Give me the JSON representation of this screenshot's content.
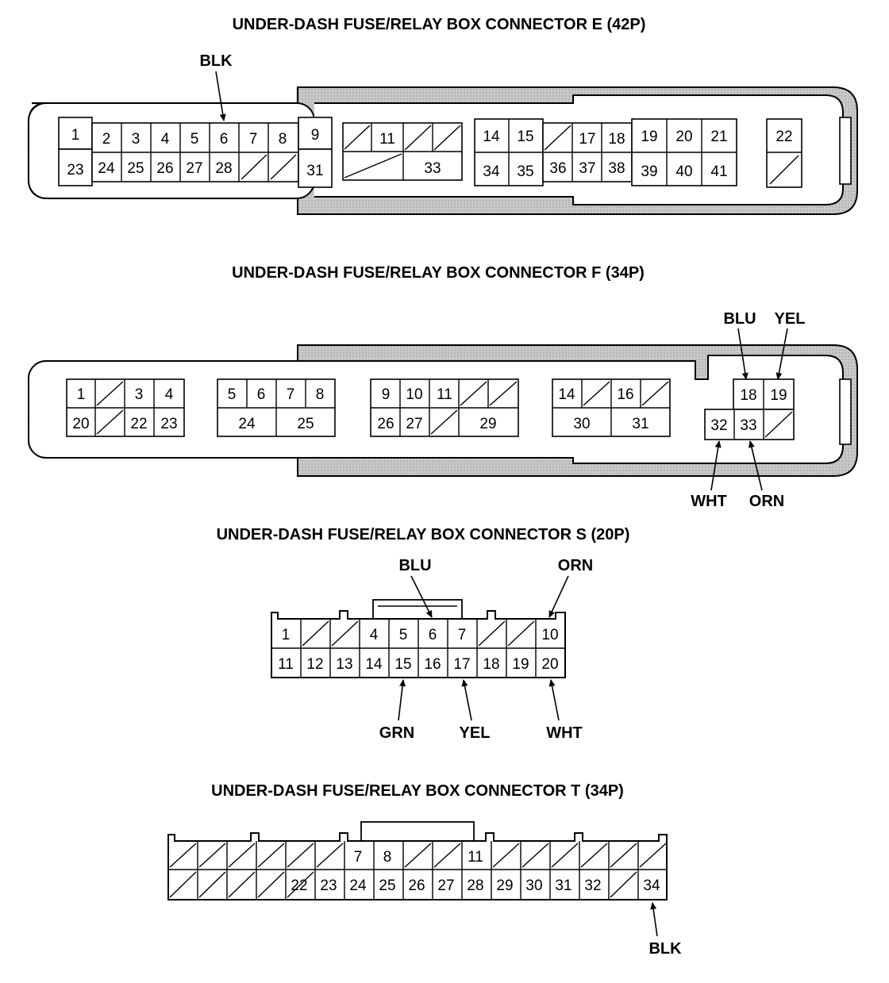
{
  "titles": {
    "e": "UNDER-DASH FUSE/RELAY BOX CONNECTOR E (42P)",
    "f": "UNDER-DASH FUSE/RELAY BOX CONNECTOR F (34P)",
    "s": "UNDER-DASH FUSE/RELAY BOX CONNECTOR S (20P)",
    "t": "UNDER-DASH FUSE/RELAY BOX CONNECTOR T (34P)"
  },
  "wire_labels": {
    "e_blk": "BLK",
    "f_blu": "BLU",
    "f_yel": "YEL",
    "f_wht": "WHT",
    "f_orn": "ORN",
    "s_blu": "BLU",
    "s_orn": "ORN",
    "s_grn": "GRN",
    "s_yel": "YEL",
    "s_wht": "WHT",
    "t_blk": "BLK"
  },
  "connector_e": {
    "row1": [
      "1",
      "2",
      "3",
      "4",
      "5",
      "6",
      "7",
      "8",
      "9",
      "11",
      "33",
      "14",
      "15",
      "17",
      "18",
      "19",
      "20",
      "21",
      "22"
    ],
    "row2": [
      "23",
      "24",
      "25",
      "26",
      "27",
      "28",
      "31",
      "34",
      "35",
      "36",
      "37",
      "38",
      "39",
      "40",
      "41"
    ]
  },
  "connector_f": {
    "row1": [
      "1",
      "3",
      "4",
      "5",
      "6",
      "7",
      "8",
      "9",
      "10",
      "11",
      "14",
      "16",
      "18",
      "19"
    ],
    "row2": [
      "20",
      "22",
      "23",
      "24",
      "25",
      "26",
      "27",
      "29",
      "30",
      "31",
      "32",
      "33"
    ]
  },
  "connector_s": {
    "row1": [
      "1",
      "4",
      "5",
      "6",
      "7",
      "10"
    ],
    "row2": [
      "11",
      "12",
      "13",
      "14",
      "15",
      "16",
      "17",
      "18",
      "19",
      "20"
    ]
  },
  "connector_t": {
    "row1": [
      "7",
      "8",
      "11"
    ],
    "row2": [
      "22",
      "23",
      "24",
      "25",
      "26",
      "27",
      "28",
      "29",
      "30",
      "31",
      "32",
      "34"
    ]
  }
}
